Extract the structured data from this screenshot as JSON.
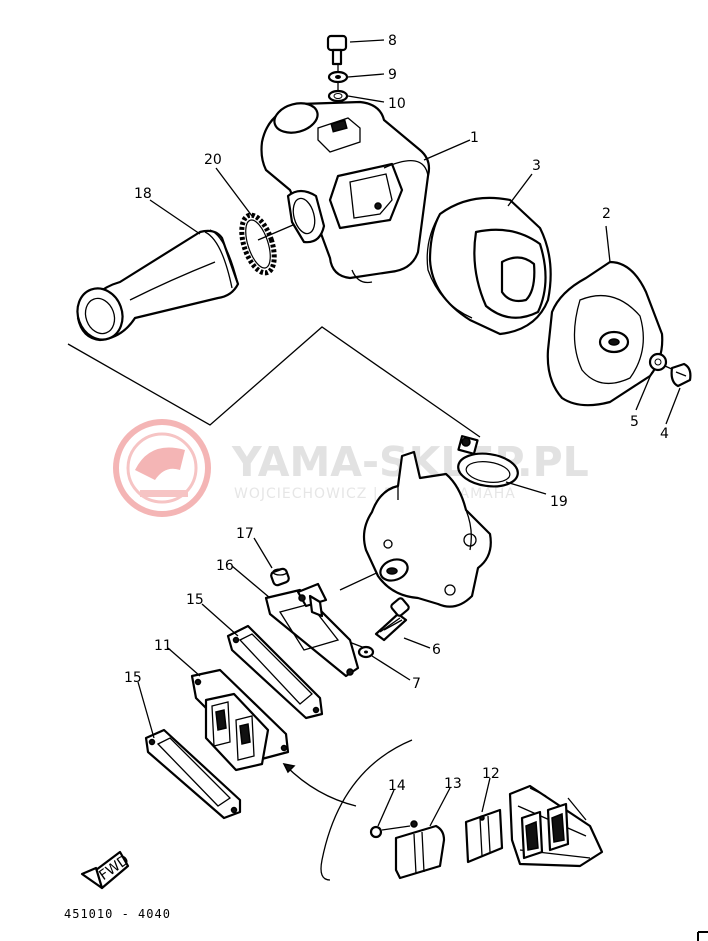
{
  "watermark": {
    "brand": "YAMA-SKLEP.PL",
    "tagline": "WOJCIECHOWICZ | DEALER YAMAHA",
    "color": "#f4b5b5"
  },
  "diagram_code": "451010 - 4040",
  "fwd_label": "FWD",
  "callouts": {
    "p1": "1",
    "p2": "2",
    "p3": "3",
    "p4": "4",
    "p5": "5",
    "p6": "6",
    "p7": "7",
    "p8": "8",
    "p9": "9",
    "p10": "10",
    "p11": "11",
    "p12": "12",
    "p13": "13",
    "p14": "14",
    "p15a": "15",
    "p15b": "15",
    "p16": "16",
    "p17": "17",
    "p18": "18",
    "p19": "19",
    "p20": "20"
  }
}
